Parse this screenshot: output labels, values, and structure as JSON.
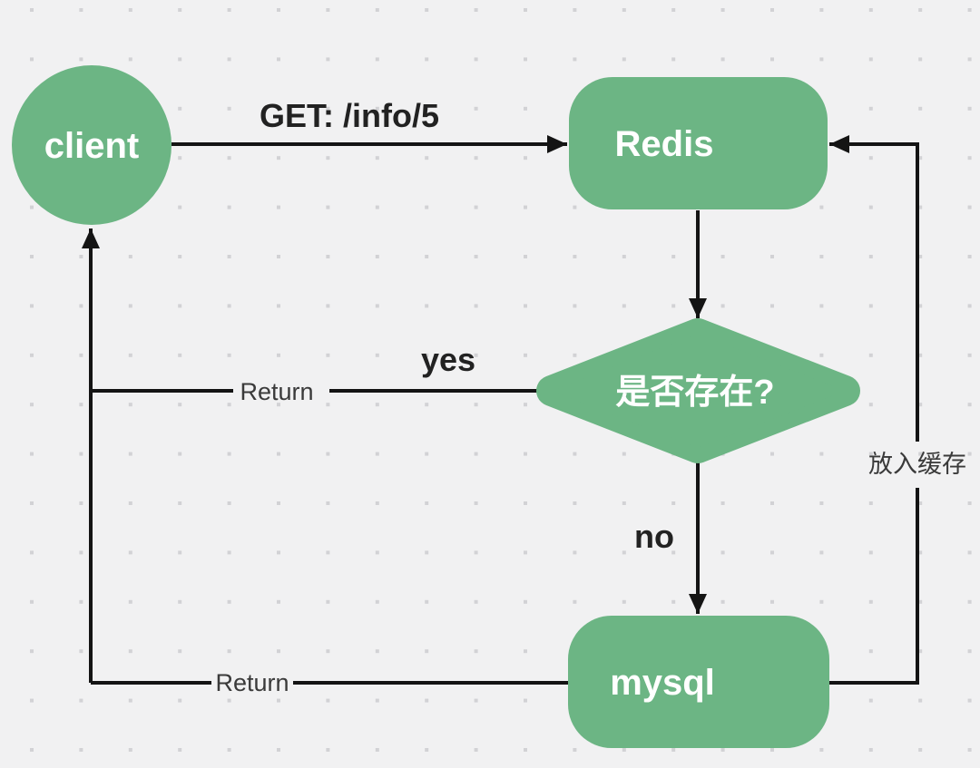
{
  "theme": {
    "background": "#f1f1f2",
    "grid_dot_color": "#d2d2d5",
    "node_fill": "#6cb584",
    "node_text_color": "#ffffff",
    "line_color": "#141414",
    "label_dark_color": "#222222",
    "label_gray_color": "#3a3a3a"
  },
  "nodes": {
    "client": {
      "label": "client",
      "shape": "circle"
    },
    "redis": {
      "label": "Redis",
      "shape": "rounded-rect"
    },
    "decision": {
      "label": "是否存在?",
      "shape": "diamond"
    },
    "mysql": {
      "label": "mysql",
      "shape": "rounded-rect"
    }
  },
  "edges": {
    "request": {
      "from": "client",
      "to": "redis",
      "label": "GET: /info/5"
    },
    "check": {
      "from": "redis",
      "to": "decision",
      "label": ""
    },
    "yes_branch": {
      "from": "decision",
      "to": "client",
      "label": "yes"
    },
    "yes_return": {
      "from": "decision",
      "to": "client",
      "label": "Return"
    },
    "no_branch": {
      "from": "decision",
      "to": "mysql",
      "label": "no"
    },
    "mysql_return": {
      "from": "mysql",
      "to": "client",
      "label": "Return"
    },
    "fill_cache": {
      "from": "mysql",
      "to": "redis",
      "label": "放入缓存"
    }
  }
}
